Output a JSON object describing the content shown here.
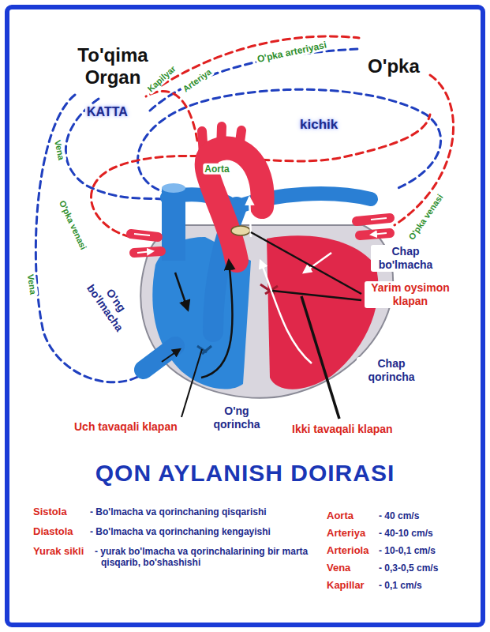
{
  "diagram": {
    "title": "QON AYLANISH DOIRASI",
    "labels": [
      "O'pka arteriyasi",
      "To'qima Organ",
      "Kapilyar",
      "Arteriya",
      "O'pka",
      "KATTA",
      "kichik",
      "Vena",
      "Aorta",
      "O'pka venasi",
      "O'pka venasi",
      "Chap bo'lmacha",
      "Vena",
      "O'ng bo'lmacha",
      "Yarim oysimon klapan",
      "Chap qorincha",
      "O'ng qorincha",
      "Uch tavaqali klapan",
      "Ikki tavaqali klapan",
      "Sistola",
      "- Bo'lmacha va qorinchaning qisqarishi",
      "Aorta",
      "- 40 cm/s",
      "Diastola",
      "- Bo'lmacha va qorinchaning kengayishi",
      "Arteriya",
      "- 40-10 cm/s",
      "Yurak sikli",
      "- yurak bo'lmacha va qorinchalarining bir marta qisqarib, bo'shashishi",
      "Arteriola",
      "- 10-0,1 cm/s",
      "Vena",
      "- 0,3-0,5 cm/s",
      "Kapillar",
      "- 0,1 cm/s"
    ]
  }
}
